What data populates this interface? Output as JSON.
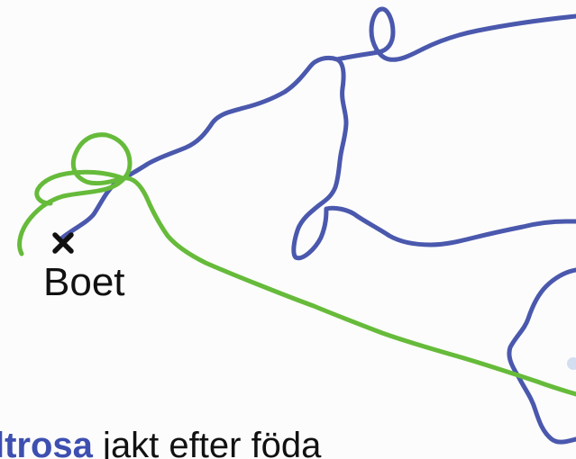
{
  "nest": {
    "label": "Boet",
    "marker": "cross-icon"
  },
  "caption": {
    "highlight": "ltrosa",
    "rest": " jakt efter föda"
  },
  "colors": {
    "track_blue": "#4a58ad",
    "track_green": "#66bb3a",
    "caption_highlight": "#3d4fb0",
    "text": "#111111"
  }
}
